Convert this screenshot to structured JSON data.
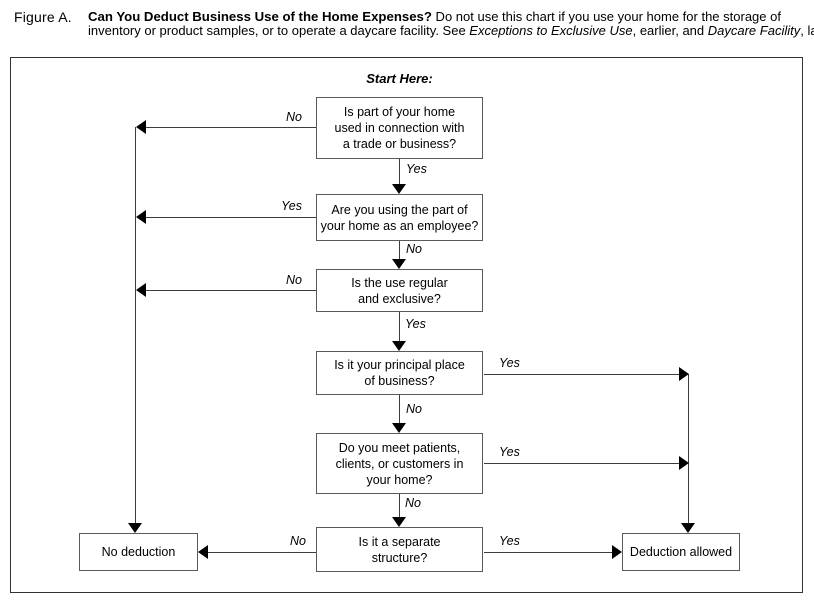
{
  "header": {
    "figure_label": "Figure A.",
    "title": "Can You Deduct Business Use of the Home Expenses?",
    "line1_rest": " Do not use this chart if you use your home for the storage of",
    "line2_pre": "inventory or product samples, or to operate a daycare facility. See ",
    "line2_italic1": "Exceptions to Exclusive Use",
    "line2_mid": ", earlier, and ",
    "line2_italic2": "Daycare Facility",
    "line2_post": ", later."
  },
  "chart": {
    "start_label": "Start Here:",
    "nodes": {
      "q1": "Is part of your home\nused in connection with\na trade or business?",
      "q2": "Are you using the part of\nyour home as an employee?",
      "q3": "Is the use regular\nand exclusive?",
      "q4": "Is it your principal place\nof business?",
      "q5": "Do you meet patients,\nclients, or customers in\nyour home?",
      "q6": "Is it a separate\nstructure?",
      "no_deduction": "No deduction",
      "deduction_allowed": "Deduction allowed"
    },
    "labels": {
      "q1_no": "No",
      "q1_yes": "Yes",
      "q2_yes": "Yes",
      "q2_no": "No",
      "q3_no": "No",
      "q3_yes": "Yes",
      "q4_yes": "Yes",
      "q4_no": "No",
      "q5_yes": "Yes",
      "q5_no": "No",
      "q6_no": "No",
      "q6_yes": "Yes"
    },
    "colors": {
      "line": "#3c3c3c",
      "box_border": "#5a5a5a",
      "arrow": "#000000",
      "text": "#000000",
      "background": "#ffffff"
    }
  }
}
